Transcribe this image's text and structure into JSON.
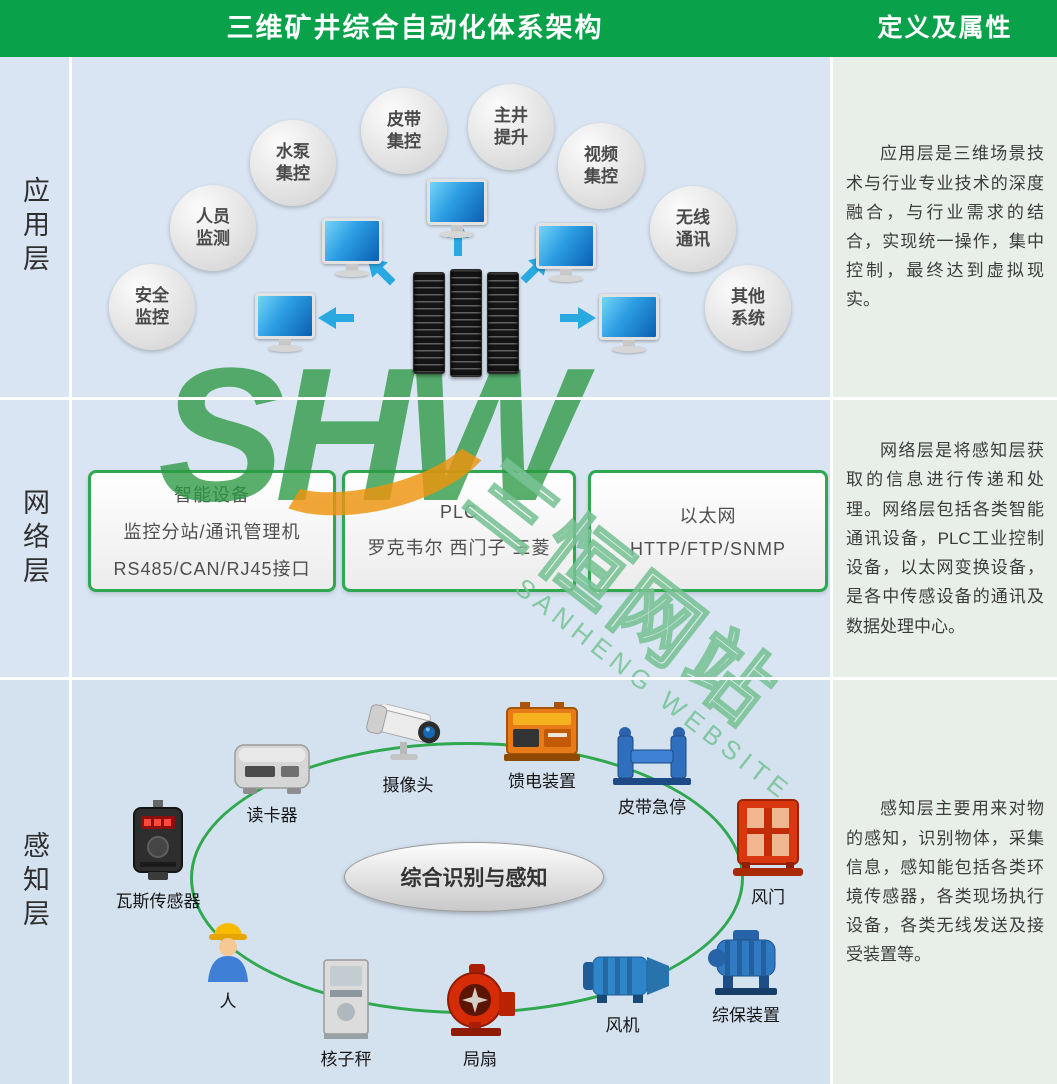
{
  "header": {
    "title": "三维矿井综合自动化体系架构",
    "right_title": "定义及属性"
  },
  "layers": {
    "application": {
      "label": "应用层",
      "description": "应用层是三维场景技术与行业专业技术的深度融合，与行业需求的结合，实现统一操作，集中控制，最终达到虚拟现实。"
    },
    "network": {
      "label": "网络层",
      "description": "网络层是将感知层获取的信息进行传递和处理。网络层包括各类智能通讯设备，PLC工业控制设备，以太网变换设备，是各中传感设备的通讯及数据处理中心。"
    },
    "perception": {
      "label": "感知层",
      "description": "感知层主要用来对物的感知，识别物体，采集信息，感知能包括各类环境传感器，各类现场执行设备，各类无线发送及接受装置等。"
    }
  },
  "application": {
    "bubbles": [
      {
        "label": "安全监控"
      },
      {
        "label": "人员监测"
      },
      {
        "label": "水泵集控"
      },
      {
        "label": "皮带集控"
      },
      {
        "label": "主井提升"
      },
      {
        "label": "视频集控"
      },
      {
        "label": "无线通讯"
      },
      {
        "label": "其他系统"
      }
    ]
  },
  "network": {
    "boxes": [
      {
        "line1": "智能设备",
        "line2": "监控分站/通讯管理机",
        "line3": "RS485/CAN/RJ45接口"
      },
      {
        "line1": "PLC",
        "line2": "罗克韦尔 西门子 三菱"
      },
      {
        "line1": "以太网",
        "line2": "HTTP/FTP/SNMP"
      }
    ]
  },
  "perception": {
    "center_label": "综合识别与感知",
    "devices": [
      {
        "label": "瓦斯传感器"
      },
      {
        "label": "读卡器"
      },
      {
        "label": "摄像头"
      },
      {
        "label": "馈电装置"
      },
      {
        "label": "皮带急停"
      },
      {
        "label": "风门"
      },
      {
        "label": "综保装置"
      },
      {
        "label": "风机"
      },
      {
        "label": "局扇"
      },
      {
        "label": "核子秤"
      },
      {
        "label": "人"
      }
    ]
  },
  "watermark": {
    "logo": "SHW",
    "cn": "三恒网站",
    "en": "SANHENG WEBSITE"
  },
  "colors": {
    "header_green": "#0aa14b",
    "box_border_green": "#2fa84f",
    "arrow_blue": "#29a9e1",
    "section_background": "#d9e5f2",
    "definition_background": "#e8efe9"
  }
}
